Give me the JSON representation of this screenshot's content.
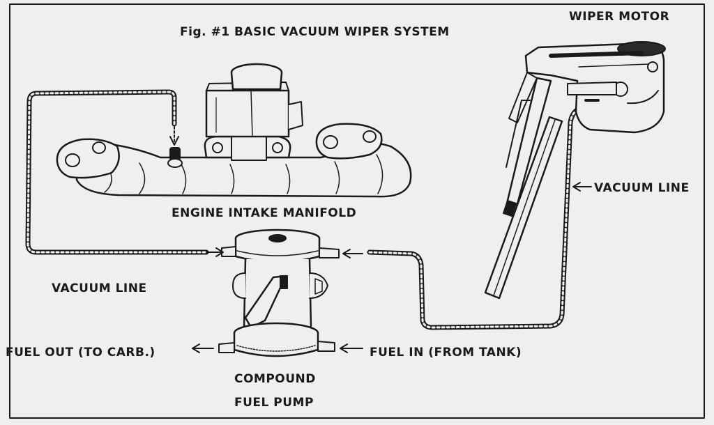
{
  "figure": {
    "title": "Fig. #1 BASIC VACUUM WIPER SYSTEM"
  },
  "labels": {
    "wiper_motor": "WIPER MOTOR",
    "intake_manifold": "ENGINE INTAKE MANIFOLD",
    "vacuum_line_right": "VACUUM LINE",
    "vacuum_line_left": "VACUUM LINE",
    "fuel_out": "FUEL OUT (TO CARB.)",
    "fuel_in": "FUEL IN (FROM TANK)",
    "pump_line1": "COMPOUND",
    "pump_line2": "FUEL PUMP"
  }
}
